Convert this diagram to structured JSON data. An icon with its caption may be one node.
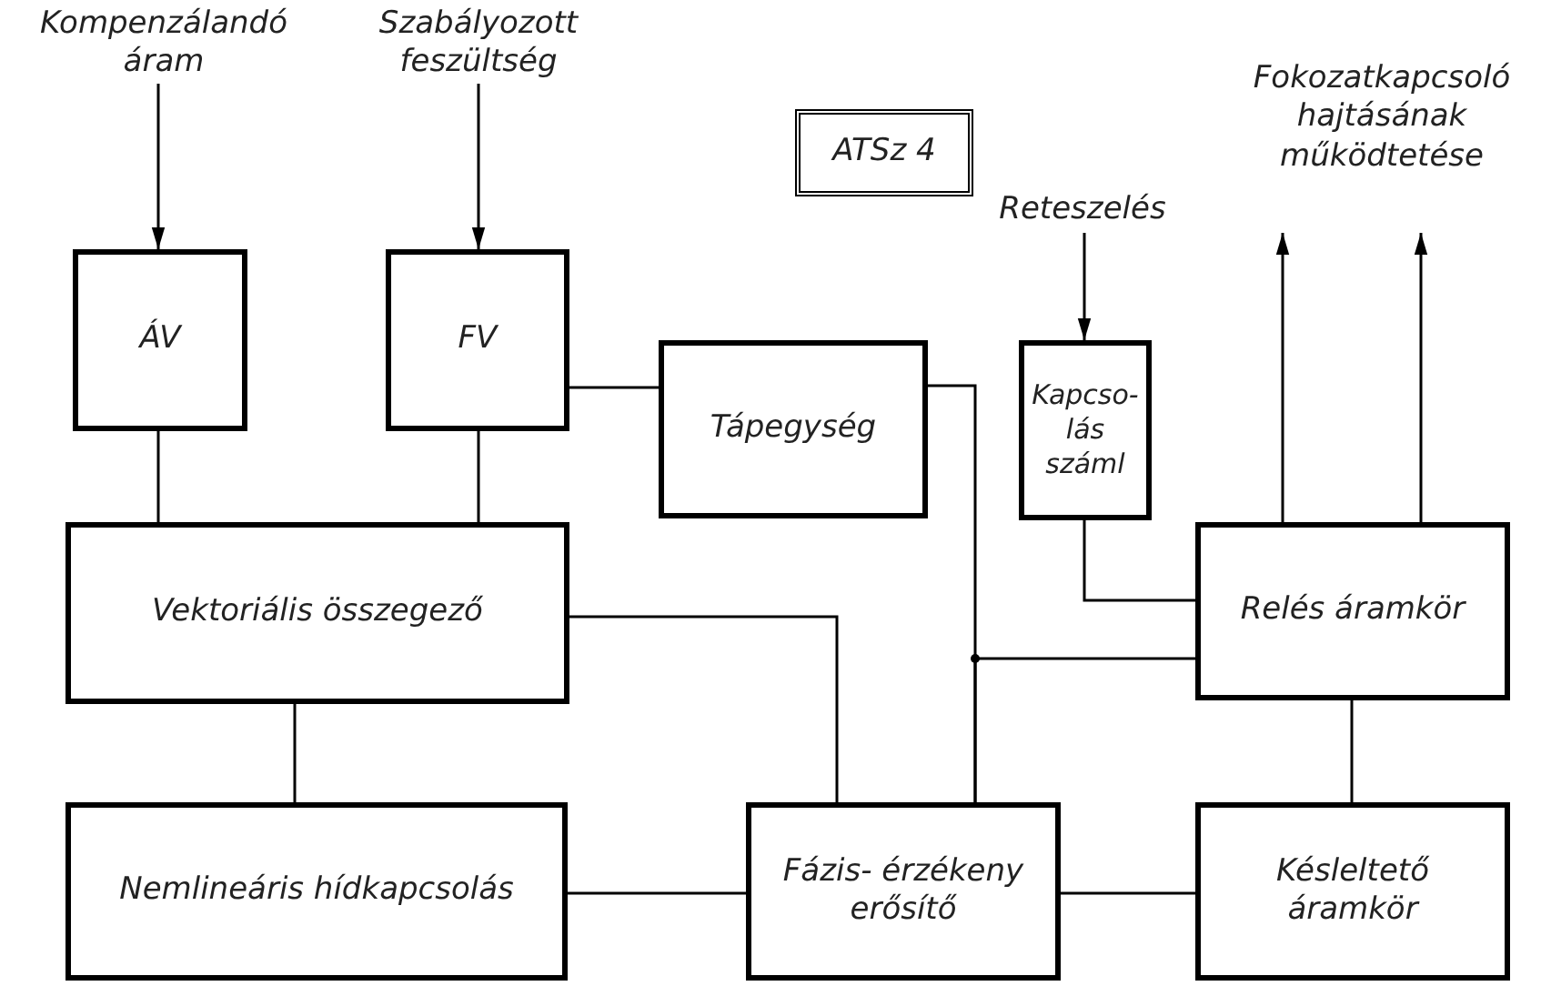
{
  "diagram": {
    "nodes": [
      {
        "text": [
          "Kompenzálandó áram"
        ]
      },
      {
        "text": [
          "Szabályozott feszültség"
        ]
      },
      {
        "text": [
          "ATSz 4"
        ]
      },
      {
        "text": [
          "Fokozatkapcsoló hajtásának működtetése"
        ]
      },
      {
        "text": [
          "Reteszelés"
        ]
      },
      {
        "text": [
          "ÁV"
        ]
      },
      {
        "text": [
          "FV"
        ]
      },
      {
        "text": [
          "Tápegység"
        ]
      },
      {
        "text": [
          "Kapcso- lás száml"
        ]
      },
      {
        "text": [
          "Vektoriális összegező"
        ]
      },
      {
        "text": [
          "Relés áramkör"
        ]
      },
      {
        "text": [
          "Nemlineáris hídkapcsolás"
        ]
      },
      {
        "text": [
          "Fázis- érzékeny erősítő"
        ]
      },
      {
        "text": [
          "Késleltető áramkör"
        ]
      }
    ],
    "edges": [
      {
        "from": 0,
        "to": 5,
        "arrow": "to"
      },
      {
        "from": 1,
        "to": 6,
        "arrow": "to"
      },
      {
        "from": 4,
        "to": 8,
        "arrow": "to"
      },
      {
        "from": 10,
        "to": 3,
        "arrow": "to"
      },
      {
        "from": 10,
        "to": 3,
        "arrow": "to"
      },
      {
        "from": 5,
        "to": 9,
        "arrow": "none"
      },
      {
        "from": 6,
        "to": 9,
        "arrow": "none"
      },
      {
        "from": 6,
        "to": 7,
        "arrow": "none"
      },
      {
        "from": 7,
        "to": 12,
        "arrow": "none"
      },
      {
        "from": 9,
        "to": 12,
        "arrow": "none"
      },
      {
        "from": 8,
        "to": 10,
        "arrow": "none"
      },
      {
        "from": 10,
        "to": 12,
        "arrow": "none"
      },
      {
        "from": 9,
        "to": 11,
        "arrow": "none"
      },
      {
        "from": 11,
        "to": 12,
        "arrow": "none"
      },
      {
        "from": 12,
        "to": 13,
        "arrow": "none"
      },
      {
        "from": 10,
        "to": 13,
        "arrow": "none"
      }
    ]
  }
}
